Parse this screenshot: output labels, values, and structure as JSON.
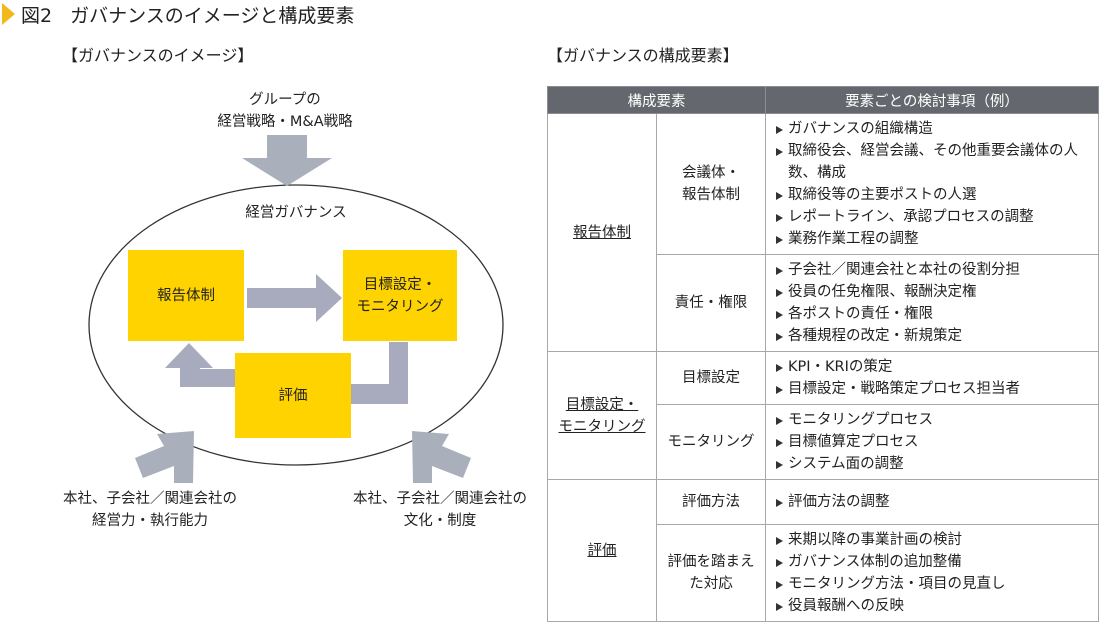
{
  "figure": {
    "number": "図2",
    "title": "ガバナンスのイメージと構成要素",
    "accent_color": "#f3b81c"
  },
  "image_section": {
    "heading": "【ガバナンスのイメージ】",
    "top_input": {
      "line1": "グループの",
      "line2": "経営戦略・M&A戦略"
    },
    "ellipse_label": "経営ガバナンス",
    "box_reporting": "報告体制",
    "box_target": {
      "line1": "目標設定・",
      "line2": "モニタリング"
    },
    "box_evaluation": "評価",
    "bottom_left": {
      "line1": "本社、子会社／関連会社の",
      "line2": "経営力・執行能力"
    },
    "bottom_right": {
      "line1": "本社、子会社／関連会社の",
      "line2": "文化・制度"
    },
    "box_color": "#fed300",
    "arrow_color": "#aab0bb"
  },
  "table_section": {
    "heading": "【ガバナンスの構成要素】",
    "header": {
      "col1": "構成要素",
      "col2": "要素ごとの検討事項（例）"
    },
    "header_color": "#64676d",
    "groups": [
      {
        "name": "報告体制",
        "rows": [
          {
            "sub_line1": "会議体・",
            "sub_line2": "報告体制",
            "items": [
              "ガバナンスの組織構造",
              "取締役会、経営会議、その他重要会議体の人数、構成",
              "取締役等の主要ポストの人選",
              "レポートライン、承認プロセスの調整",
              "業務作業工程の調整"
            ]
          },
          {
            "sub_line1": "責任・権限",
            "sub_line2": "",
            "items": [
              "子会社／関連会社と本社の役割分担",
              "役員の任免権限、報酬決定権",
              "各ポストの責任・権限",
              "各種規程の改定・新規策定"
            ]
          }
        ]
      },
      {
        "name_line1": "目標設定・",
        "name_line2": "モニタリング",
        "rows": [
          {
            "sub_line1": "目標設定",
            "sub_line2": "",
            "items": [
              "KPI・KRIの策定",
              "目標設定・戦略策定プロセス担当者"
            ]
          },
          {
            "sub_line1": "モニタリング",
            "sub_line2": "",
            "items": [
              "モニタリングプロセス",
              "目標値算定プロセス",
              "システム面の調整"
            ]
          }
        ]
      },
      {
        "name": "評価",
        "rows": [
          {
            "sub_line1": "評価方法",
            "sub_line2": "",
            "items": [
              "評価方法の調整"
            ]
          },
          {
            "sub_line1": "評価を踏まえ",
            "sub_line2": "た対応",
            "items": [
              "来期以降の事業計画の検討",
              "ガバナンス体制の追加整備",
              "モニタリング方法・項目の見直し",
              "役員報酬への反映"
            ]
          }
        ]
      }
    ]
  }
}
